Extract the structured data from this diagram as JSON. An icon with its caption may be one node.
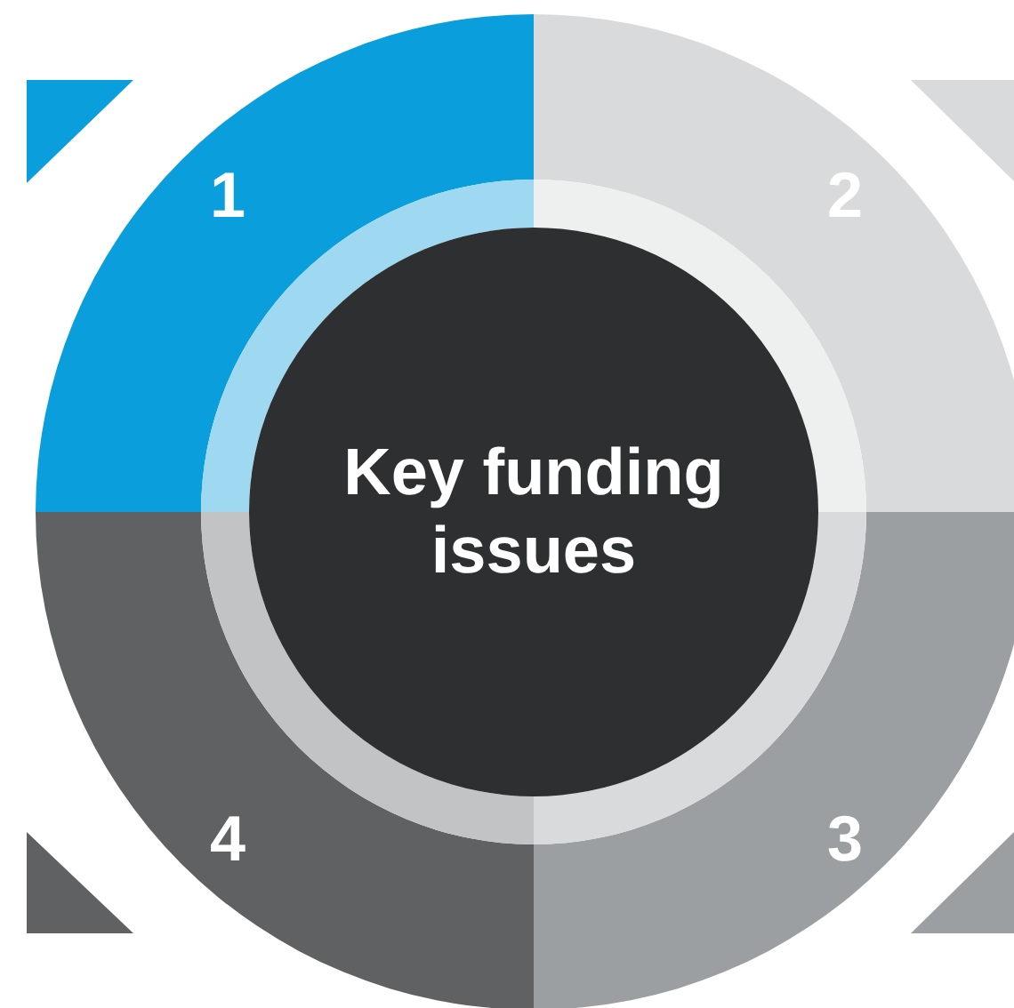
{
  "diagram": {
    "nodes": [
      {
        "text": [
          "1"
        ]
      },
      {
        "text": [
          "2"
        ]
      },
      {
        "text": [
          "3"
        ]
      },
      {
        "text": [
          "4"
        ]
      },
      {
        "text": [
          "Key funding issues"
        ]
      }
    ]
  }
}
